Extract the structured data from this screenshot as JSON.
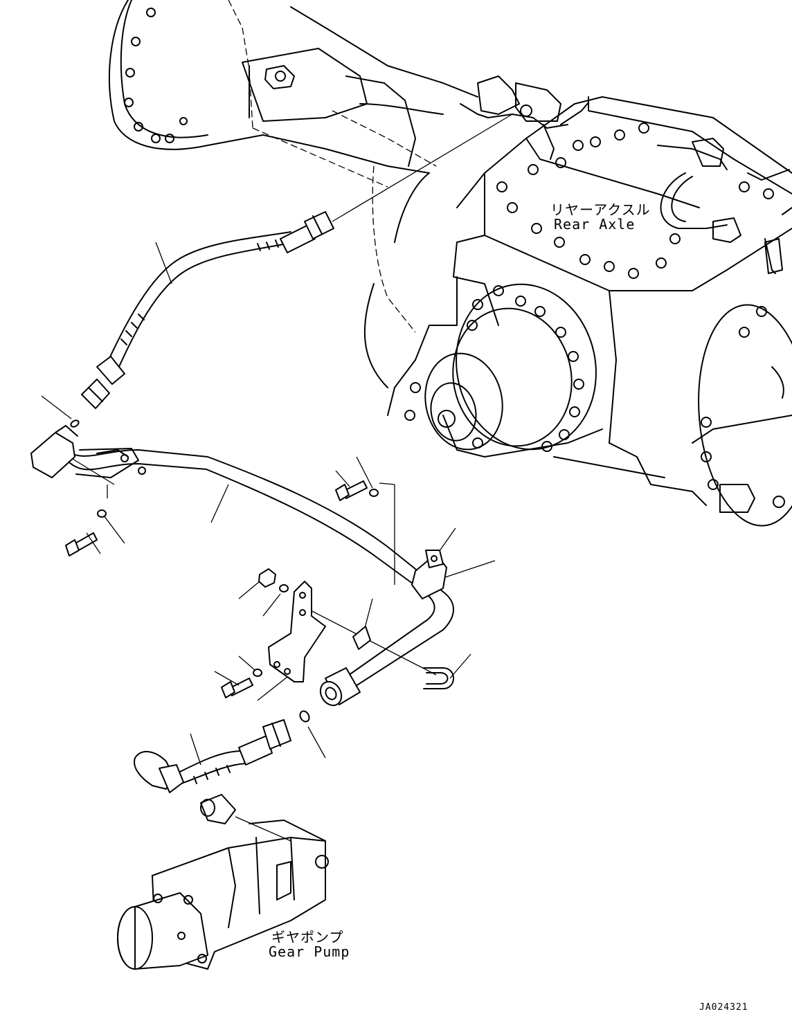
{
  "labels": {
    "rear_axle_jp": "リヤーアクスル",
    "rear_axle_en": "Rear Axle",
    "gear_pump_jp": "ギヤポンプ",
    "gear_pump_en": "Gear Pump"
  },
  "figure_id": "JA024321"
}
